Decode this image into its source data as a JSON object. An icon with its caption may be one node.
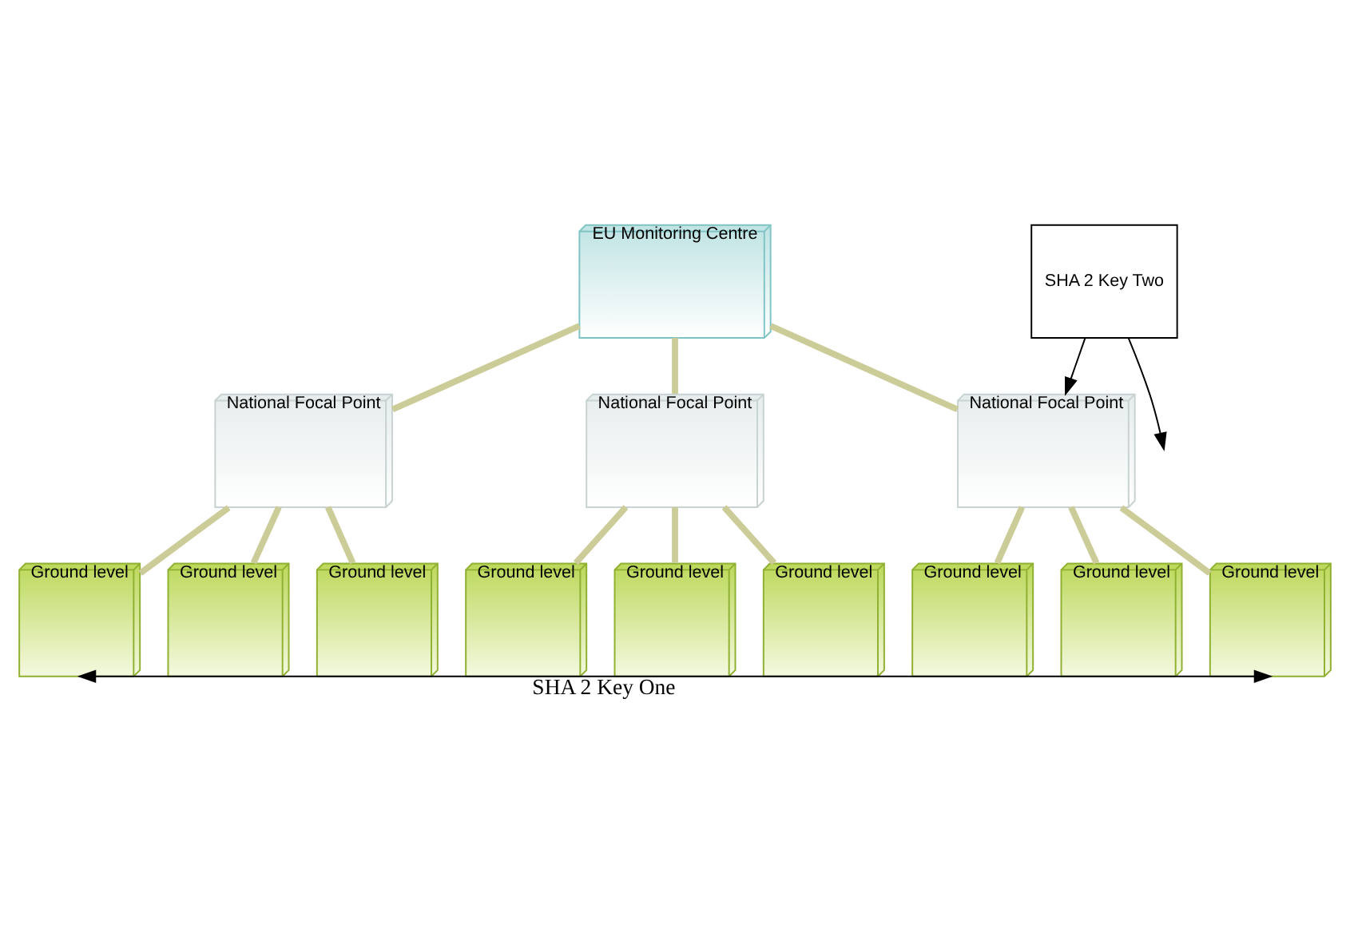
{
  "diagram": {
    "nodes": [
      {
        "text": [
          "EU Monitoring Centre"
        ]
      },
      {
        "text": [
          "National Focal Point"
        ]
      },
      {
        "text": [
          "National Focal Point"
        ]
      },
      {
        "text": [
          "National Focal Point"
        ]
      },
      {
        "text": [
          "Ground level"
        ]
      },
      {
        "text": [
          "Ground level"
        ]
      },
      {
        "text": [
          "Ground level"
        ]
      },
      {
        "text": [
          "Ground level"
        ]
      },
      {
        "text": [
          "Ground level"
        ]
      },
      {
        "text": [
          "Ground level"
        ]
      },
      {
        "text": [
          "Ground level"
        ]
      },
      {
        "text": [
          "Ground level"
        ]
      },
      {
        "text": [
          "Ground level"
        ]
      },
      {
        "text": [
          "SHA 2 Key Two"
        ]
      }
    ],
    "edges": [
      {
        "from": 0,
        "to": 1,
        "arrow": "none"
      },
      {
        "from": 0,
        "to": 2,
        "arrow": "none"
      },
      {
        "from": 0,
        "to": 3,
        "arrow": "none"
      },
      {
        "from": 1,
        "to": 4,
        "arrow": "none"
      },
      {
        "from": 1,
        "to": 5,
        "arrow": "none"
      },
      {
        "from": 1,
        "to": 6,
        "arrow": "none"
      },
      {
        "from": 2,
        "to": 7,
        "arrow": "none"
      },
      {
        "from": 2,
        "to": 8,
        "arrow": "none"
      },
      {
        "from": 2,
        "to": 9,
        "arrow": "none"
      },
      {
        "from": 3,
        "to": 10,
        "arrow": "none"
      },
      {
        "from": 3,
        "to": 11,
        "arrow": "none"
      },
      {
        "from": 3,
        "to": 12,
        "arrow": "none"
      },
      {
        "from": 13,
        "to": null,
        "arrow": "to",
        "color": "#000000"
      },
      {
        "from": 13,
        "to": 3,
        "arrow": "to",
        "color": "#000000"
      },
      {
        "from": 4,
        "to": 12,
        "arrow": "both",
        "label": "SHA 2 Key One",
        "color": "#000000"
      }
    ]
  }
}
